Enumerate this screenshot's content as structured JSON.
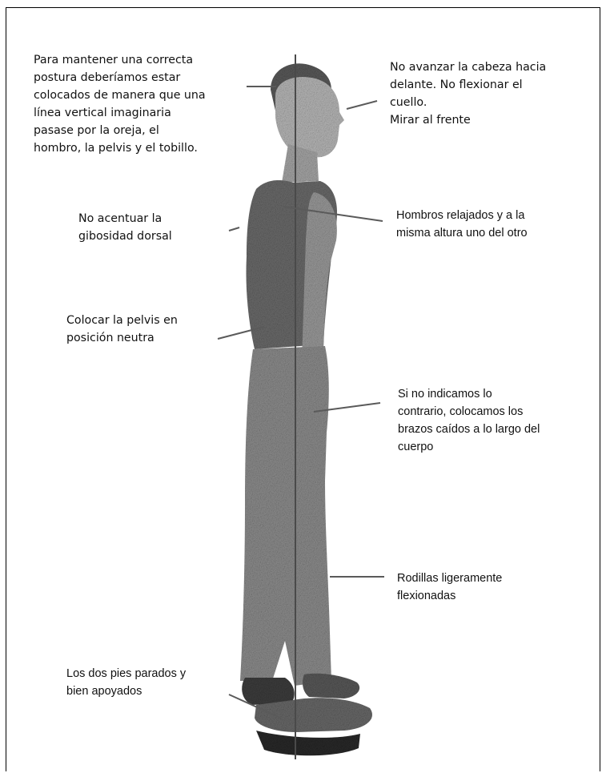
{
  "annotations": {
    "posture_rule": "Para mantener una correcta\npostura deberíamos estar\ncolocados de manera que una\nlínea vertical imaginaria\npasase por la oreja, el\nhombro, la pelvis y el tobillo.",
    "head": "No avanzar la cabeza hacia\ndelante. No flexionar el\ncuello.\nMirar al frente",
    "dorsal": "No acentuar la\ngibosidad dorsal",
    "shoulders": "Hombros relajados y a la\nmisma altura uno del otro",
    "pelvis": "Colocar la pelvis en\nposición neutra",
    "arms": "Si no indicamos lo\ncontrario, colocamos los\nbrazos caídos a lo largo del\ncuerpo",
    "knees": "Rodillas ligeramente\nflexionadas",
    "feet": "Los dos pies parados y\nbien apoyados"
  },
  "colors": {
    "line": "#5a5a5a",
    "figure_dark": "#3a3a3a",
    "figure_mid": "#8a8a8a",
    "figure_light": "#cfcfcf"
  }
}
